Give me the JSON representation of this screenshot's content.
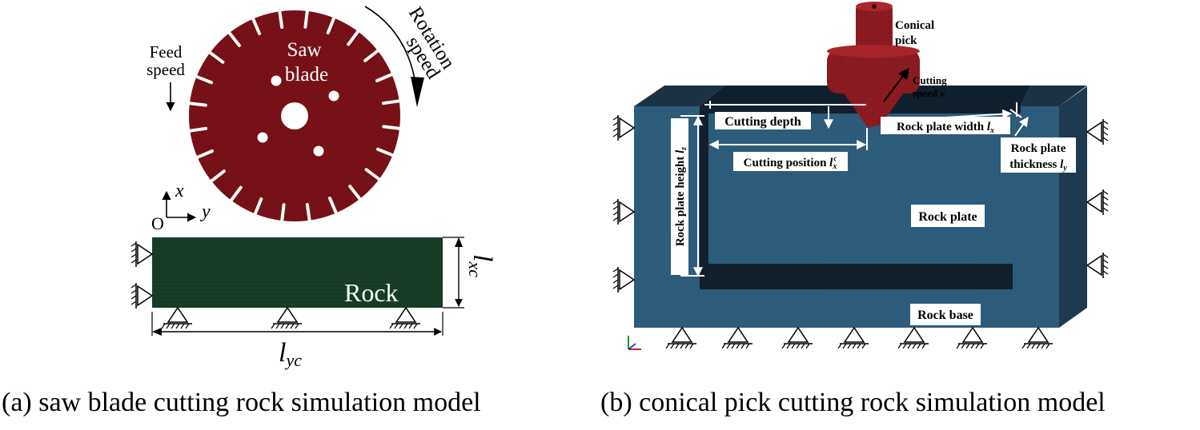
{
  "panel_a": {
    "caption": "(a) saw blade cutting rock simulation model",
    "feed_speed": [
      "Feed",
      "speed"
    ],
    "rotation_speed": [
      "Rotation",
      "speed"
    ],
    "saw_blade": [
      "Saw",
      "blade"
    ],
    "rock": "Rock",
    "axis_x": "x",
    "axis_y": "y",
    "origin": "O",
    "dim_lyc": "l",
    "dim_lyc_sub": "yc",
    "dim_lxc": "l",
    "dim_lxc_sub": "xc",
    "colors": {
      "blade": "#7a1118",
      "rock": "#173a25"
    }
  },
  "panel_b": {
    "caption": "(b) conical pick cutting rock simulation model",
    "conical_pick": [
      "Conical",
      "pick"
    ],
    "cutting_speed": [
      "Cutting",
      "speed"
    ],
    "cutting_speed_v": "v",
    "cutting_depth": "Cutting depth",
    "rock_plate_width": "Rock plate width ",
    "rock_plate_width_sym": "l",
    "rock_plate_width_sub": "x",
    "rock_plate_thickness": [
      "Rock plate",
      "thickness "
    ],
    "rock_plate_thickness_sym": "l",
    "rock_plate_thickness_sub": "y",
    "cutting_position": "Cutting position ",
    "cutting_position_sym": "l",
    "cutting_position_sub": "x",
    "cutting_position_sup": "c",
    "rock_plate_height": "Rock plate height ",
    "rock_plate_height_sym": "l",
    "rock_plate_height_sub": "z",
    "rock_plate": "Rock plate",
    "rock_base": "Rock base",
    "colors": {
      "rock_front": "#2c5a78",
      "rock_dark": "#15293a",
      "pick": "#8e1b22"
    }
  }
}
